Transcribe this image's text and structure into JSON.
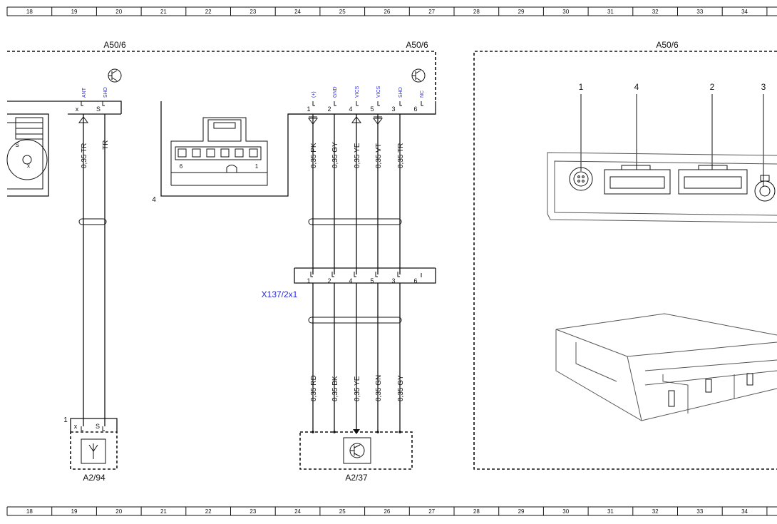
{
  "ruler": {
    "numbers": [
      "18",
      "19",
      "20",
      "21",
      "22",
      "23",
      "24",
      "25",
      "26",
      "27",
      "28",
      "29",
      "30",
      "31",
      "32",
      "33",
      "34"
    ]
  },
  "left_frame": {
    "title_left": "A50/6",
    "title_right": "A50/6",
    "pins_left": [
      {
        "name": "ANT",
        "pin": "x"
      },
      {
        "name": "SHD",
        "pin": "S"
      }
    ],
    "pins_right": [
      {
        "name": "(+)",
        "pin": "1"
      },
      {
        "name": "GND",
        "pin": "2"
      },
      {
        "name": "VICS",
        "pin": "4"
      },
      {
        "name": "VICS",
        "pin": "5"
      },
      {
        "name": "SHD",
        "pin": "3"
      },
      {
        "name": "NC",
        "pin": "6"
      }
    ],
    "connector_pins": {
      "left": "6",
      "right": "1"
    },
    "connector_label": "4",
    "antenna_conn_pins": {
      "top": "S",
      "center": "x"
    }
  },
  "wires_top_left": [
    "0,35 TR",
    "TR"
  ],
  "wires_top_right": [
    "0,35 PK",
    "0,35 GY",
    "0,35 YE",
    "0,35 VT",
    "0,35 TR"
  ],
  "x137": {
    "label": "X137/2x1",
    "pins": [
      "1",
      "2",
      "4",
      "5",
      "3",
      "6"
    ]
  },
  "wires_bottom_right": [
    "0,35 RD",
    "0,35 BK",
    "0,35 YE",
    "0,35 GN",
    "0,35 GY"
  ],
  "a294": {
    "label": "A2/94",
    "connector_label": "1",
    "pins": [
      "x",
      "S"
    ]
  },
  "a237": {
    "label": "A2/37"
  },
  "right_frame": {
    "title": "A50/6",
    "callouts": [
      "1",
      "4",
      "2",
      "3"
    ]
  },
  "colors": {
    "pin_text": "#2a2adf",
    "label_text": "#2a2adf",
    "line": "#111111"
  }
}
